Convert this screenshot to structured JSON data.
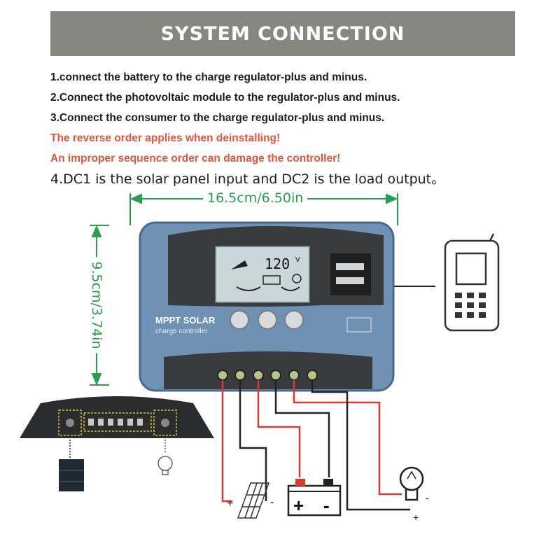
{
  "banner": {
    "title": "SYSTEM CONNECTION"
  },
  "steps": [
    {
      "text": "1.connect the battery to the charge regulator-plus and minus.",
      "style": "normal"
    },
    {
      "text": "2.Connect the photovoltaic module to the regulator-plus and minus.",
      "style": "normal"
    },
    {
      "text": "3.Connect the consumer to the charge regulator-plus and minus.",
      "style": "normal"
    },
    {
      "text": "The reverse order applies when deinstalling!",
      "style": "warning"
    },
    {
      "text": "An improper sequence order can damage the controller!",
      "style": "warning"
    },
    {
      "text": "4.DC1 is the solar panel input and DC2 is the load output。",
      "style": "plain"
    }
  ],
  "dimensions": {
    "width_label": "16.5cm/6.50in",
    "height_label": "9.5cm/3.74in"
  },
  "controller": {
    "lcd_value": "120",
    "lcd_unit": "V",
    "brand_line1": "MPPT SOLAR",
    "brand_line2": "charge controller"
  },
  "terminal_signs": {
    "pv_plus": "+",
    "pv_minus": "-",
    "battery_plus": "+",
    "battery_minus": "-",
    "load_plus": "+",
    "load_minus": "-"
  },
  "colors": {
    "banner": "#86887f",
    "warning": "#e2553a",
    "dimension": "#26a04a",
    "controller_body": "#6f91b4",
    "lcd": "#c9d7da",
    "wire_red": "#e0392c",
    "wire_black": "#222222"
  }
}
